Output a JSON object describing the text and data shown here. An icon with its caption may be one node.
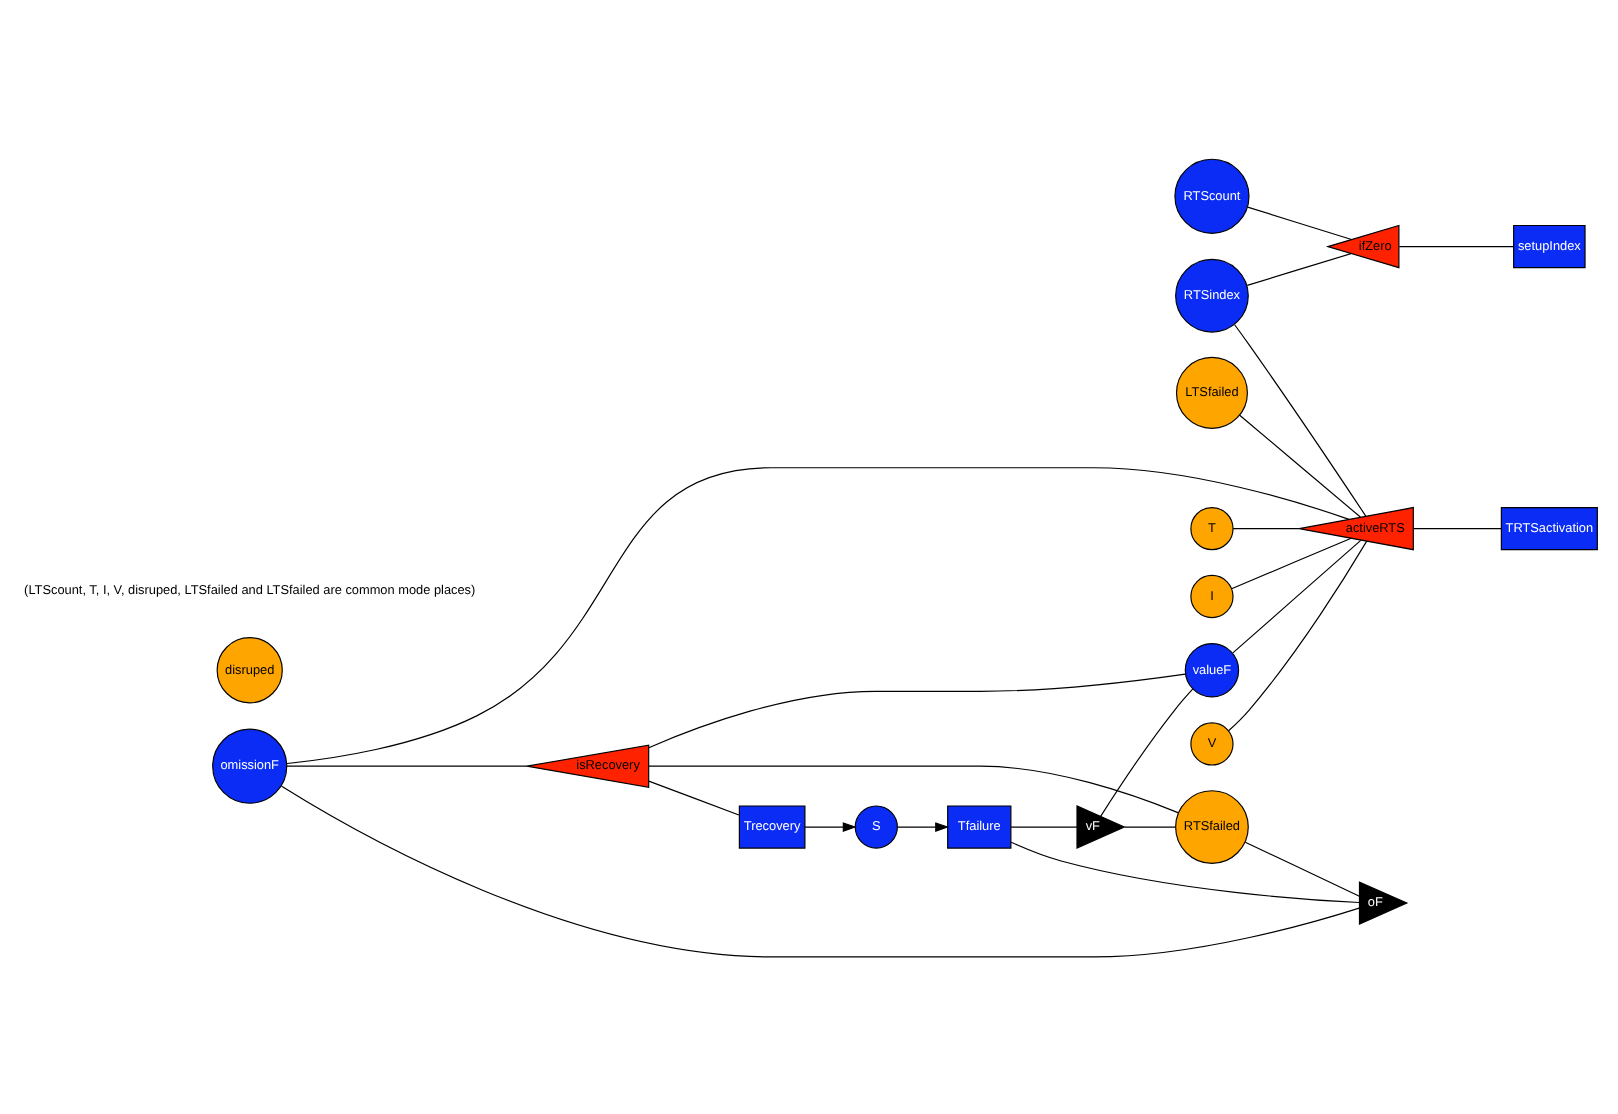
{
  "diagram": {
    "nodes": [
      {
        "text": [
          "RTScount"
        ]
      },
      {
        "text": [
          "ifZero"
        ]
      },
      {
        "text": [
          "setupIndex"
        ]
      },
      {
        "text": [
          "RTSindex"
        ]
      },
      {
        "text": [
          "T"
        ]
      },
      {
        "text": [
          "I"
        ]
      },
      {
        "text": [
          "V"
        ]
      },
      {
        "text": [
          "LTSfailed"
        ]
      },
      {
        "text": [
          "disruped"
        ]
      },
      {
        "text": [
          "S"
        ]
      },
      {
        "text": [
          "Tfailure"
        ]
      },
      {
        "text": [
          "oF"
        ]
      },
      {
        "text": [
          "omissionF"
        ]
      },
      {
        "text": [
          "isRecovery"
        ]
      },
      {
        "text": [
          "Trecovery"
        ]
      },
      {
        "text": [
          "RTSfailed"
        ]
      },
      {
        "text": [
          "vF"
        ]
      },
      {
        "text": [
          "valueF"
        ]
      },
      {
        "text": [
          "activeRTS"
        ]
      },
      {
        "text": [
          "TRTSactivation"
        ]
      }
    ],
    "edges": [
      {
        "from": 0,
        "to": 1,
        "arrow": "none"
      },
      {
        "from": 3,
        "to": 1,
        "arrow": "none"
      },
      {
        "from": 1,
        "to": 2,
        "arrow": "none"
      },
      {
        "from": 7,
        "to": 18,
        "arrow": "none"
      },
      {
        "from": 6,
        "to": 18,
        "arrow": "none"
      },
      {
        "from": 5,
        "to": 18,
        "arrow": "none"
      },
      {
        "from": 4,
        "to": 18,
        "arrow": "none"
      },
      {
        "from": 3,
        "to": 18,
        "arrow": "none"
      },
      {
        "from": 12,
        "to": 18,
        "arrow": "none"
      },
      {
        "from": 14,
        "to": 9,
        "arrow": "to"
      },
      {
        "from": 9,
        "to": 10,
        "arrow": "to"
      },
      {
        "from": 10,
        "to": 11,
        "arrow": "none"
      },
      {
        "from": 11,
        "to": 12,
        "arrow": "none"
      },
      {
        "from": 15,
        "to": 11,
        "arrow": "none"
      },
      {
        "from": 12,
        "to": 13,
        "arrow": "none"
      },
      {
        "from": 13,
        "to": 14,
        "arrow": "none"
      },
      {
        "from": 17,
        "to": 13,
        "arrow": "none"
      },
      {
        "from": 13,
        "to": 15,
        "arrow": "none"
      },
      {
        "from": 10,
        "to": 16,
        "arrow": "none"
      },
      {
        "from": 16,
        "to": 17,
        "arrow": "none"
      },
      {
        "from": 16,
        "to": 15,
        "arrow": "none"
      },
      {
        "from": 17,
        "to": 18,
        "arrow": "none"
      },
      {
        "from": 18,
        "to": 19,
        "arrow": "none"
      }
    ],
    "labels": [
      "(LTScount, T, I, V, disruped, LTSfailed and LTSfailed are common mode places)"
    ]
  }
}
